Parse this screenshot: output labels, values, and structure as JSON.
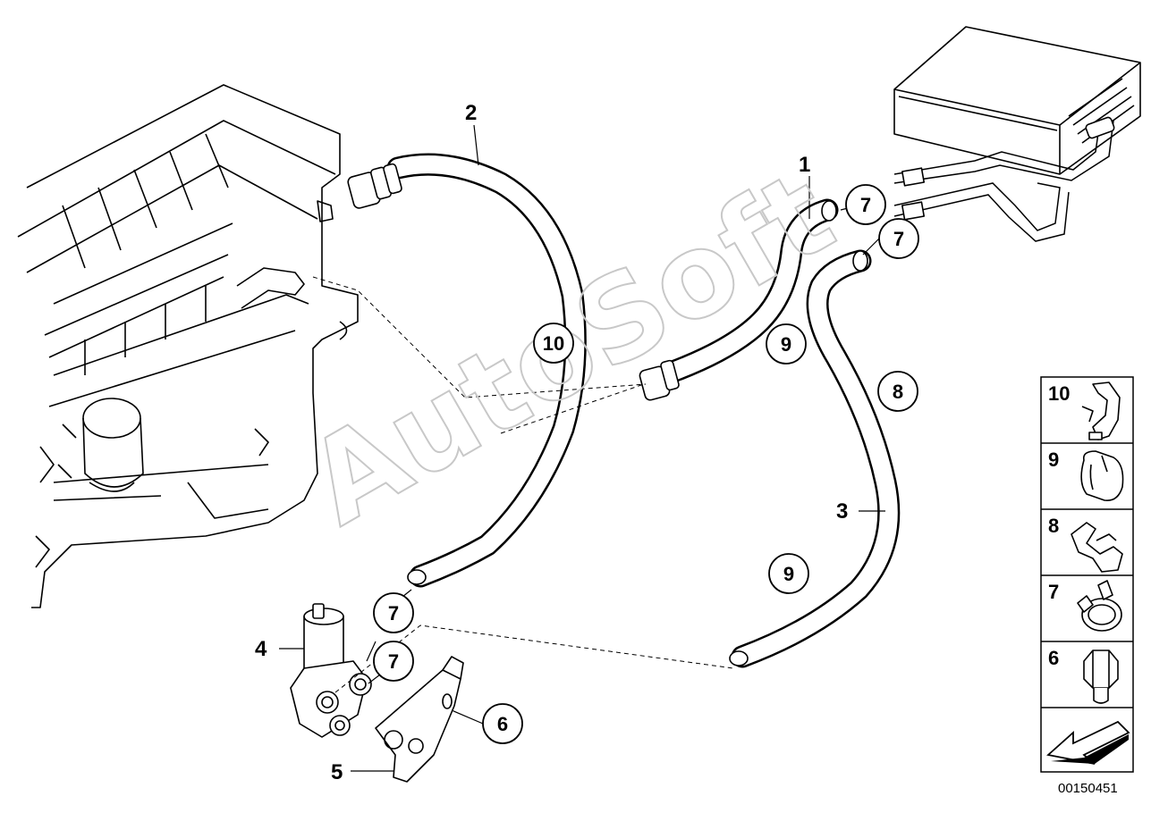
{
  "diagram_id": "00150451",
  "watermark": "AutoSoft",
  "part_labels": [
    {
      "id": "1",
      "text": "1"
    },
    {
      "id": "2",
      "text": "2"
    },
    {
      "id": "3",
      "text": "3"
    },
    {
      "id": "4",
      "text": "4"
    },
    {
      "id": "5",
      "text": "5"
    }
  ],
  "callouts": [
    {
      "text": "7"
    },
    {
      "text": "7"
    },
    {
      "text": "10"
    },
    {
      "text": "9"
    },
    {
      "text": "8"
    },
    {
      "text": "9"
    },
    {
      "text": "7"
    },
    {
      "text": "7"
    },
    {
      "text": "6"
    }
  ],
  "legend": [
    {
      "number": "10",
      "icon": "hose-clamp-type-10-icon"
    },
    {
      "number": "9",
      "icon": "hose-clamp-type-9-icon"
    },
    {
      "number": "8",
      "icon": "hose-clamp-type-8-icon"
    },
    {
      "number": "7",
      "icon": "spring-band-clamp-icon"
    },
    {
      "number": "6",
      "icon": "hex-bolt-icon"
    },
    {
      "number": "",
      "icon": "direction-arrow-icon"
    }
  ]
}
